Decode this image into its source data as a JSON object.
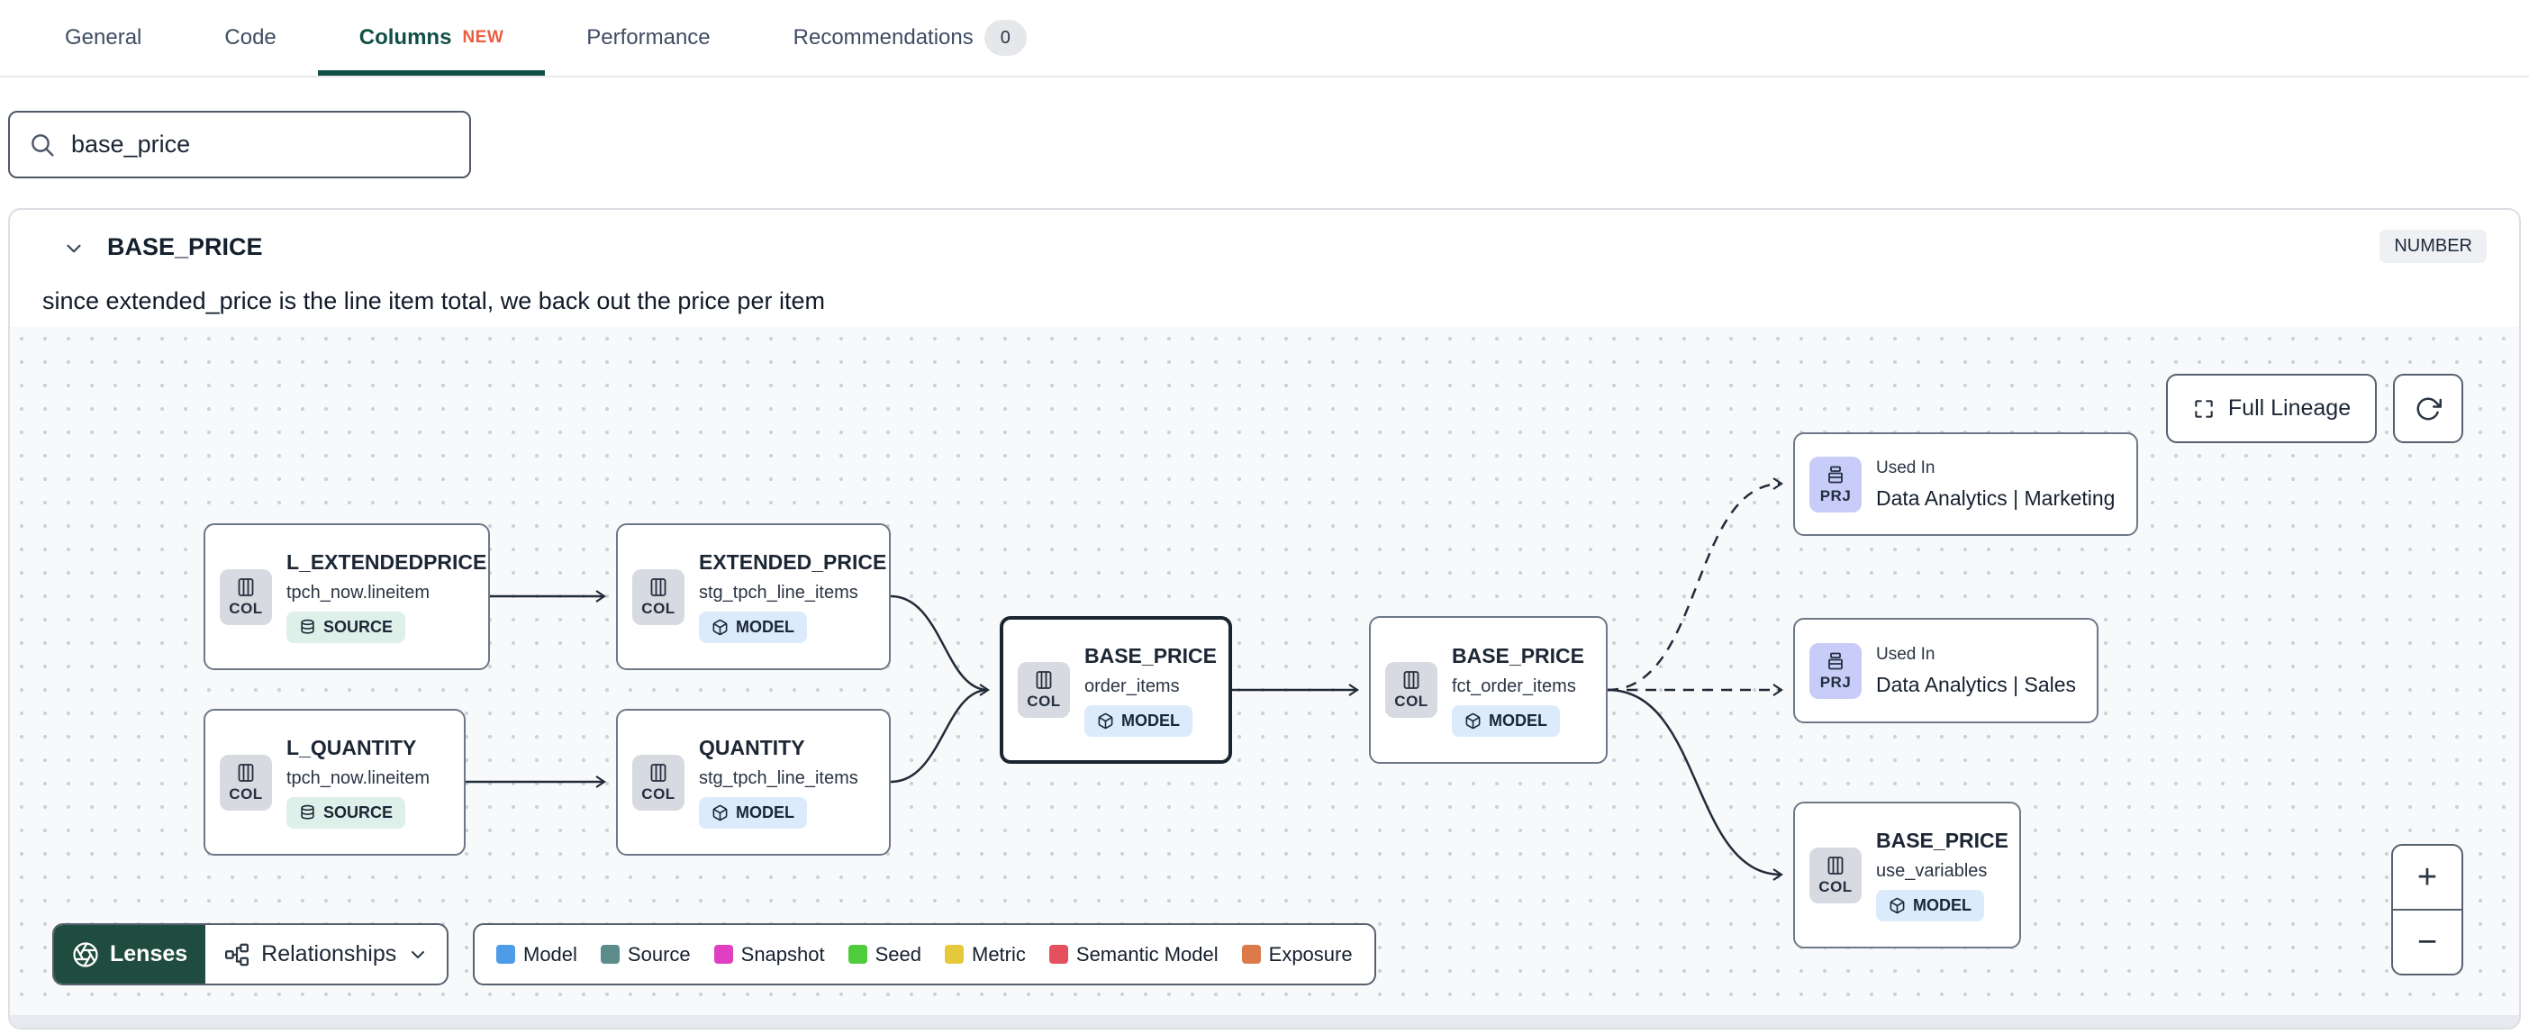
{
  "tabs": {
    "items": [
      {
        "label": "General"
      },
      {
        "label": "Code"
      },
      {
        "label": "Columns",
        "badge": "NEW"
      },
      {
        "label": "Performance"
      },
      {
        "label": "Recommendations",
        "count": "0"
      }
    ]
  },
  "search": {
    "value": "base_price"
  },
  "column_panel": {
    "title": "BASE_PRICE",
    "type": "NUMBER",
    "description": "since extended_price is the line item total, we back out the price per item"
  },
  "lineage": {
    "full_lineage_label": "Full Lineage",
    "zoom_in": "+",
    "zoom_out": "−",
    "lenses_label": "Lenses",
    "relationships_label": "Relationships",
    "nodes": [
      {
        "title": "L_EXTENDEDPRICE",
        "subtitle": "tpch_now.lineitem",
        "kind": "COL",
        "badge": "SOURCE"
      },
      {
        "title": "EXTENDED_PRICE",
        "subtitle": "stg_tpch_line_items",
        "kind": "COL",
        "badge": "MODEL"
      },
      {
        "title": "L_QUANTITY",
        "subtitle": "tpch_now.lineitem",
        "kind": "COL",
        "badge": "SOURCE"
      },
      {
        "title": "QUANTITY",
        "subtitle": "stg_tpch_line_items",
        "kind": "COL",
        "badge": "MODEL"
      },
      {
        "title": "BASE_PRICE",
        "subtitle": "order_items",
        "kind": "COL",
        "badge": "MODEL"
      },
      {
        "title": "BASE_PRICE",
        "subtitle": "fct_order_items",
        "kind": "COL",
        "badge": "MODEL"
      },
      {
        "label": "Used In",
        "title": "Data Analytics | Marketing",
        "kind": "PRJ"
      },
      {
        "label": "Used In",
        "title": "Data Analytics | Sales",
        "kind": "PRJ"
      },
      {
        "title": "BASE_PRICE",
        "subtitle": "use_variables",
        "kind": "COL",
        "badge": "MODEL"
      }
    ],
    "legend": [
      {
        "label": "Model",
        "color": "#4e9ce8"
      },
      {
        "label": "Source",
        "color": "#5d8d8b"
      },
      {
        "label": "Snapshot",
        "color": "#df3fc0"
      },
      {
        "label": "Seed",
        "color": "#4ecc3c"
      },
      {
        "label": "Metric",
        "color": "#e5c83b"
      },
      {
        "label": "Semantic Model",
        "color": "#e4505f"
      },
      {
        "label": "Exposure",
        "color": "#dd7a4b"
      }
    ]
  },
  "colors": {
    "active_tab": "#124f46",
    "new_badge": "#ea5d3f",
    "lenses_bg": "#204c40",
    "source_chip_bg": "#def0e9",
    "model_chip_bg": "#dbebfb",
    "prj_icon_bg": "#c7cdf8",
    "col_icon_bg": "#d7dae0"
  }
}
